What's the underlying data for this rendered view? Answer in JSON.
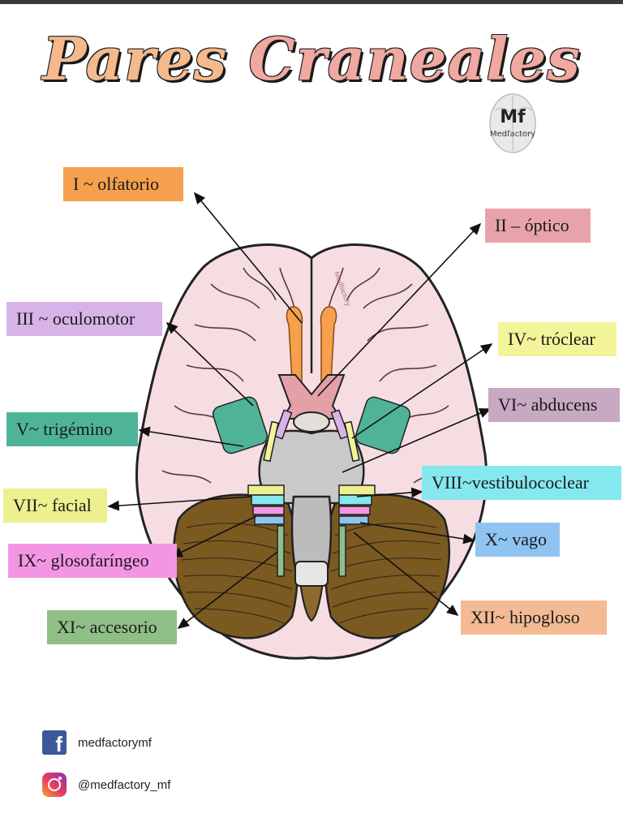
{
  "title": {
    "word1": "Pares",
    "word2": "Craneales"
  },
  "logo": {
    "mark": "Mf",
    "name": "Medfactory",
    "icon": "brain-logo-icon"
  },
  "watermark": "Medfactory",
  "colors": {
    "olfatorio": "#f6a04d",
    "optico": "#e8a3a8",
    "oculomotor": "#d7b3e8",
    "troclear": "#f3f39a",
    "trigemino": "#4fb497",
    "abducens": "#c7a9c2",
    "facial": "#eef08f",
    "vestibulococlear": "#86e8ef",
    "glosofaringeo": "#f495e4",
    "vago": "#8fc4f0",
    "accesorio": "#8fbf87",
    "hipogloso": "#f3ba93"
  },
  "nerves": [
    {
      "id": "olfatorio",
      "label": "I ~ olfatorio"
    },
    {
      "id": "optico",
      "label": "II – óptico"
    },
    {
      "id": "oculomotor",
      "label": "III ~ oculomotor"
    },
    {
      "id": "troclear",
      "label": "IV~ tróclear"
    },
    {
      "id": "trigemino",
      "label": "V~ trigémino"
    },
    {
      "id": "abducens",
      "label": "VI~ abducens"
    },
    {
      "id": "facial",
      "label": "VII~ facial"
    },
    {
      "id": "vestibulococlear",
      "label": "VIII~vestibulococlear"
    },
    {
      "id": "glosofaringeo",
      "label": "IX~ glosofaríngeo"
    },
    {
      "id": "vago",
      "label": "X~ vago"
    },
    {
      "id": "accesorio",
      "label": "XI~ accesorio"
    },
    {
      "id": "hipogloso",
      "label": "XII~ hipogloso"
    }
  ],
  "social": {
    "facebook": {
      "icon": "facebook-icon",
      "handle": "medfactorymf"
    },
    "instagram": {
      "icon": "instagram-icon",
      "handle": "@medfactory_mf"
    }
  }
}
